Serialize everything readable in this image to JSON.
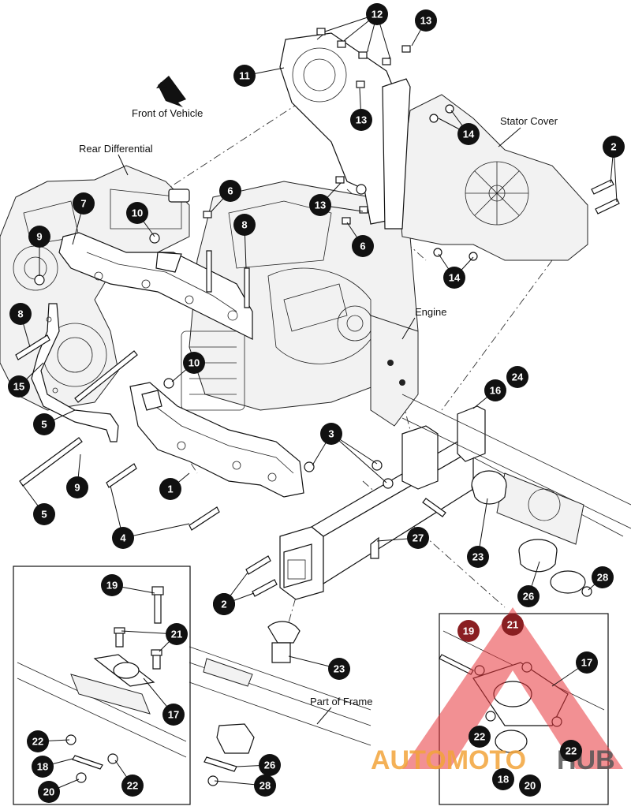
{
  "diagram": {
    "labels": {
      "front_of_vehicle": "Front of Vehicle",
      "rear_differential": "Rear Differential",
      "stator_cover": "Stator Cover",
      "engine": "Engine",
      "part_of_frame": "Part of Frame"
    },
    "callouts": [
      "12",
      "13",
      "11",
      "13",
      "14",
      "2",
      "2",
      "6",
      "13",
      "6",
      "7",
      "10",
      "9",
      "8",
      "14",
      "8",
      "10",
      "15",
      "5",
      "5",
      "9",
      "3",
      "16",
      "24",
      "1",
      "4",
      "27",
      "23",
      "2",
      "26",
      "28",
      "19",
      "21",
      "17",
      "23",
      "22",
      "18",
      "20",
      "22",
      "26",
      "28",
      "19",
      "21",
      "17",
      "22",
      "22",
      "18",
      "20"
    ]
  },
  "watermark": {
    "brand_part1": "AUTOMOTO",
    "brand_part2": "HUB",
    "color_red": "#e8343a",
    "color_orange": "#f2a33a",
    "color_gray": "#555555"
  }
}
